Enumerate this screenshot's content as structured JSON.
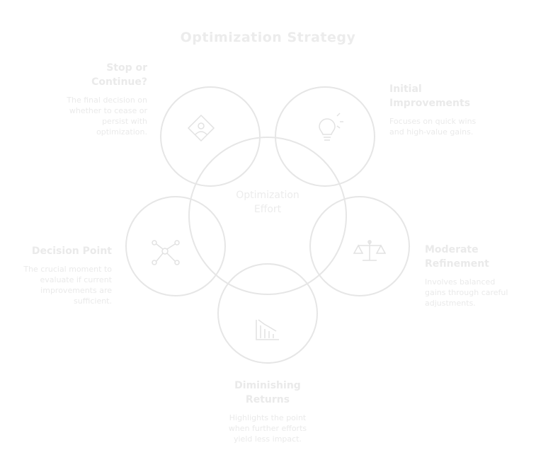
{
  "title": "Optimization Strategy",
  "center": {
    "line1": "Optimization",
    "line2": "Effort"
  },
  "nodes": {
    "stop": {
      "line1": "Stop or",
      "line2": "Continue?",
      "desc": [
        "The final decision on",
        "whether to cease or",
        "persist with",
        "optimization."
      ],
      "icon": "diamond-person-icon"
    },
    "initial": {
      "line1": "Initial",
      "line2": "Improvements",
      "desc": [
        "Focuses on quick wins",
        "and high-value gains."
      ],
      "icon": "lightbulb-icon"
    },
    "moderate": {
      "line1": "Moderate",
      "line2": "Refinement",
      "desc": [
        "Involves balanced",
        "gains through careful",
        "adjustments."
      ],
      "icon": "balance-scale-icon"
    },
    "diminishing": {
      "line1": "Diminishing",
      "line2": "Returns",
      "desc": [
        "Highlights the point",
        "when further efforts",
        "yield less impact."
      ],
      "icon": "declining-chart-icon"
    },
    "decision": {
      "line1": "Decision Point",
      "desc": [
        "The crucial moment to",
        "evaluate if current",
        "improvements are",
        "sufficient."
      ],
      "icon": "network-nodes-icon"
    }
  },
  "colors": {
    "stroke": "#e6e6e6",
    "text": "#eaeaea"
  }
}
